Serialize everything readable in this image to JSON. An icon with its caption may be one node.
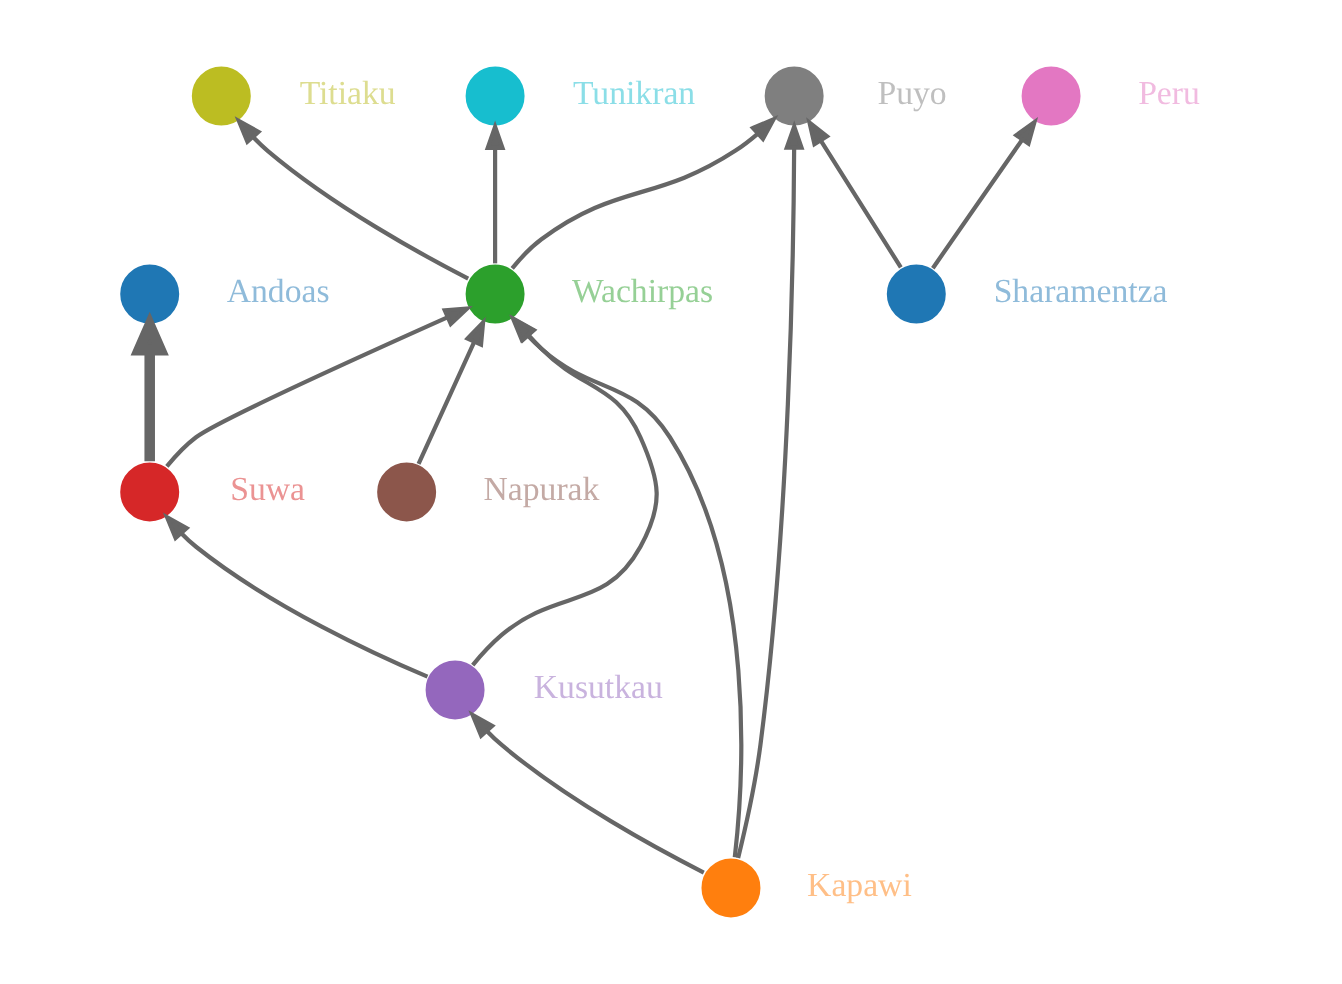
{
  "diagram": {
    "nodes": [
      {
        "text": [],
        "shape": "circle",
        "beside": [
          "Napurak"
        ]
      },
      {
        "text": [],
        "shape": "circle",
        "beside": [
          "Kusutkau"
        ]
      },
      {
        "text": [],
        "shape": "circle",
        "beside": [
          "Wachirpas"
        ]
      },
      {
        "text": [],
        "shape": "circle",
        "beside": [
          "Puyo"
        ]
      },
      {
        "text": [],
        "shape": "circle",
        "beside": [
          "Titiaku"
        ]
      },
      {
        "text": [],
        "shape": "circle",
        "beside": [
          "Kapawi"
        ]
      },
      {
        "text": [],
        "shape": "circle",
        "beside": [
          "Suwa"
        ]
      },
      {
        "text": [],
        "shape": "circle",
        "beside": [
          "Sharamentza"
        ]
      },
      {
        "text": [],
        "shape": "circle",
        "beside": [
          "Tunikran"
        ]
      },
      {
        "text": [],
        "shape": "circle",
        "beside": [
          "Andoas"
        ]
      },
      {
        "text": [],
        "shape": "circle",
        "beside": [
          "Peru"
        ]
      }
    ],
    "edges": [
      {
        "from": 0,
        "to": 2,
        "arrow": "to"
      },
      {
        "from": 1,
        "to": 2,
        "arrow": "to"
      },
      {
        "from": 1,
        "to": 6,
        "arrow": "to"
      },
      {
        "from": 2,
        "to": 3,
        "arrow": "to"
      },
      {
        "from": 2,
        "to": 4,
        "arrow": "to"
      },
      {
        "from": 2,
        "to": 8,
        "arrow": "to"
      },
      {
        "from": 6,
        "to": 2,
        "arrow": "to"
      },
      {
        "from": 6,
        "to": 9,
        "arrow": "to",
        "style": "thick"
      },
      {
        "from": 5,
        "to": 3,
        "arrow": "to"
      },
      {
        "from": 5,
        "to": 1,
        "arrow": "to"
      },
      {
        "from": 5,
        "to": 2,
        "arrow": "to"
      },
      {
        "from": 7,
        "to": 3,
        "arrow": "to"
      },
      {
        "from": 7,
        "to": 10,
        "arrow": "to"
      }
    ]
  }
}
